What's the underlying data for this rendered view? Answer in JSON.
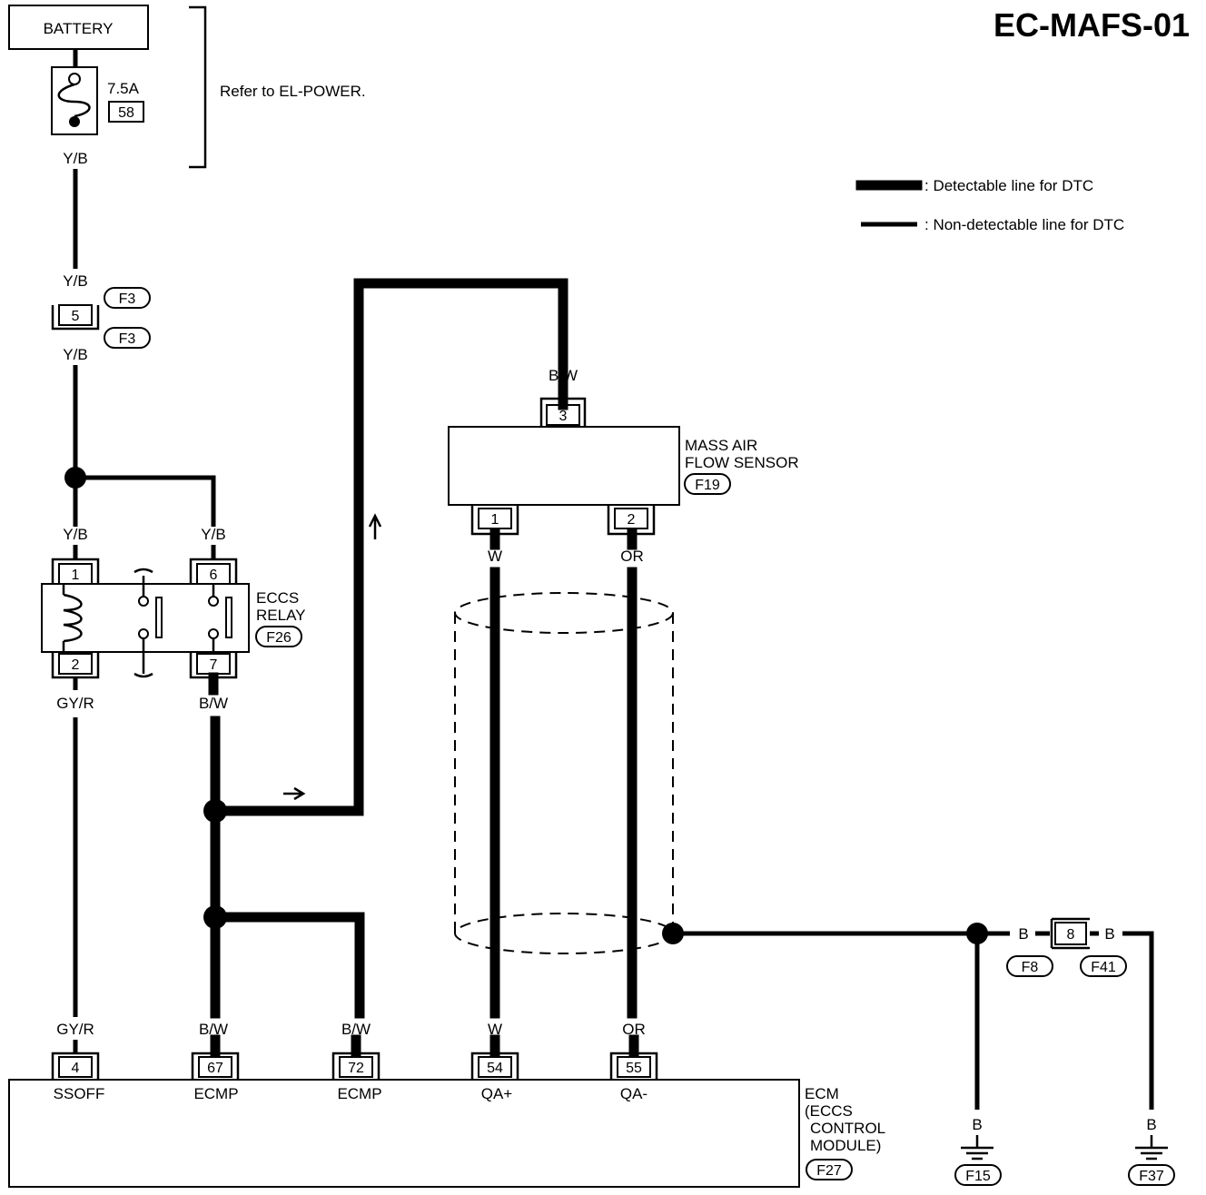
{
  "title": "EC-MAFS-01",
  "battery": {
    "label": "BATTERY"
  },
  "fuse": {
    "rating": "7.5A",
    "number": "58"
  },
  "refer_note": "Refer to EL-POWER.",
  "legend": {
    "detectable": ": Detectable line for DTC",
    "non_detectable": ": Non-detectable line for DTC"
  },
  "wires": {
    "yb": "Y/B",
    "bw": "B/W",
    "gyr": "GY/R",
    "w": "W",
    "or": "OR",
    "b": "B"
  },
  "connectors": {
    "f3": "F3",
    "f3_pin": "5",
    "f26": "F26",
    "f19": "F19",
    "f27": "F27",
    "f8": "F8",
    "f8_pin": "8",
    "f41": "F41",
    "f15": "F15",
    "f37": "F37"
  },
  "relay": {
    "name_line1": "ECCS",
    "name_line2": "RELAY",
    "pin1": "1",
    "pin2": "2",
    "pin6": "6",
    "pin7": "7"
  },
  "maf": {
    "name_line1": "MASS AIR",
    "name_line2": "FLOW SENSOR",
    "pin1": "1",
    "pin2": "2",
    "pin3": "3"
  },
  "ecm": {
    "name_line1": "ECM",
    "name_line2": "(ECCS",
    "name_line3": "CONTROL",
    "name_line4": "MODULE)",
    "pins": [
      {
        "num": "4",
        "sig": "SSOFF"
      },
      {
        "num": "67",
        "sig": "ECMP"
      },
      {
        "num": "72",
        "sig": "ECMP"
      },
      {
        "num": "54",
        "sig": "QA+"
      },
      {
        "num": "55",
        "sig": "QA-"
      }
    ]
  }
}
